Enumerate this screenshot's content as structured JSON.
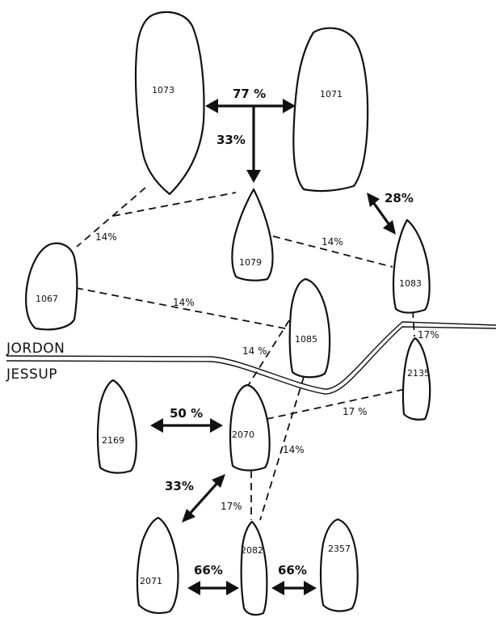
{
  "regions": {
    "north": "JORDON",
    "south": "JESSUP"
  },
  "artifacts": [
    {
      "id": "1073"
    },
    {
      "id": "1071"
    },
    {
      "id": "1079"
    },
    {
      "id": "1067"
    },
    {
      "id": "1083"
    },
    {
      "id": "1085"
    },
    {
      "id": "2135"
    },
    {
      "id": "2169"
    },
    {
      "id": "2070"
    },
    {
      "id": "2071"
    },
    {
      "id": "2082"
    },
    {
      "id": "2357"
    }
  ],
  "strong_links": [
    {
      "from": "1073",
      "to": "1071",
      "label": "77 %"
    },
    {
      "from": "1073-1071",
      "to": "1079",
      "label": "33%"
    },
    {
      "from": "1071",
      "to": "1083",
      "label": "28%"
    },
    {
      "from": "2169",
      "to": "2070",
      "label": "50 %"
    },
    {
      "from": "2071",
      "to": "2070",
      "label": "33%"
    },
    {
      "from": "2071",
      "to": "2082",
      "label": "66%"
    },
    {
      "from": "2082",
      "to": "2357",
      "label": "66%"
    }
  ],
  "weak_links": [
    {
      "from": "1073",
      "to": "1067",
      "label": "14%"
    },
    {
      "from": "1079",
      "to": "1083",
      "label": "14%"
    },
    {
      "from": "1067",
      "to": "1085",
      "label": "14%"
    },
    {
      "from": "1083",
      "to": "2135",
      "label": "17%"
    },
    {
      "from": "1085",
      "to": "2070",
      "label": "14 %"
    },
    {
      "from": "2070",
      "to": "2135",
      "label": "17 %"
    },
    {
      "from": "1085",
      "to": "2082",
      "label": "14%"
    },
    {
      "from": "2070",
      "to": "2082",
      "label": "17%"
    }
  ]
}
